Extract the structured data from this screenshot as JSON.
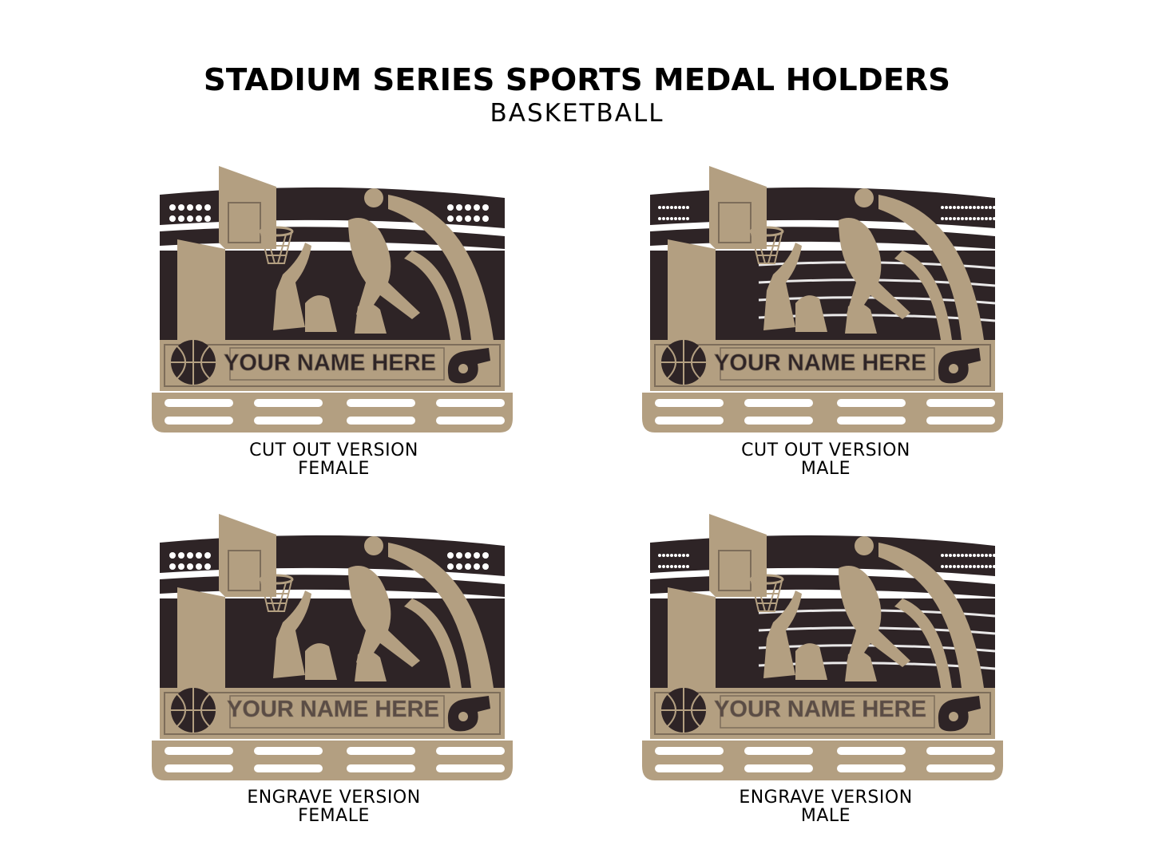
{
  "header": {
    "title": "STADIUM SERIES SPORTS MEDAL HOLDERS",
    "subtitle": "BASKETBALL"
  },
  "colors": {
    "wood": "#b39f81",
    "dark": "#2e2426",
    "engrave": "#5a4c45",
    "outline": "#7d6d5a"
  },
  "products": [
    {
      "name_text": "YOUR NAME HERE",
      "caption_line1": "CUT OUT VERSION",
      "caption_line2": "FEMALE",
      "icons": [
        "basketball-icon",
        "whistle-icon"
      ]
    },
    {
      "name_text": "YOUR NAME HERE",
      "caption_line1": "CUT OUT VERSION",
      "caption_line2": "MALE",
      "icons": [
        "basketball-icon",
        "whistle-icon"
      ]
    },
    {
      "name_text": "YOUR NAME HERE",
      "caption_line1": "ENGRAVE VERSION",
      "caption_line2": "FEMALE",
      "icons": [
        "basketball-icon",
        "whistle-icon"
      ]
    },
    {
      "name_text": "YOUR NAME HERE",
      "caption_line1": "ENGRAVE VERSION",
      "caption_line2": "MALE",
      "icons": [
        "basketball-icon",
        "whistle-icon"
      ]
    }
  ]
}
